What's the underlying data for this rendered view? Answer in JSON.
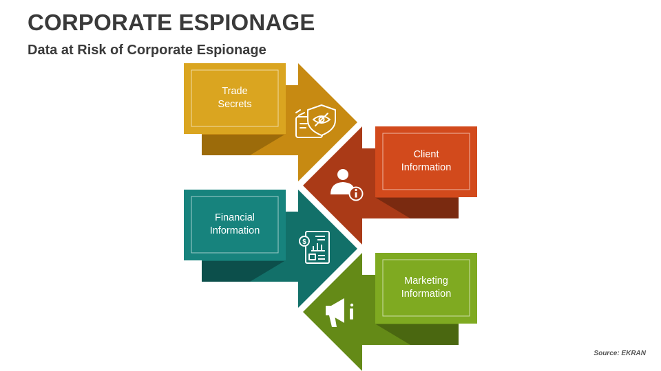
{
  "title": "CORPORATE ESPIONAGE",
  "subtitle": "Data at Risk of Corporate Espionage",
  "items": [
    {
      "label": "Trade\nSecrets",
      "icon": "shield-eye-card-icon",
      "color": "#DAA520",
      "arrow": "#C78A12",
      "shadow": "#9C6B0A"
    },
    {
      "label": "Client\nInformation",
      "icon": "user-info-icon",
      "color": "#D24A1C",
      "arrow": "#AA3A17",
      "shadow": "#7A2A10"
    },
    {
      "label": "Financial\nInformation",
      "icon": "financial-report-icon",
      "color": "#17837D",
      "arrow": "#127069",
      "shadow": "#0C4F4B"
    },
    {
      "label": "Marketing\nInformation",
      "icon": "megaphone-info-icon",
      "color": "#7FAA21",
      "arrow": "#648A17",
      "shadow": "#4A6710"
    }
  ],
  "source": "Source: EKRAN"
}
